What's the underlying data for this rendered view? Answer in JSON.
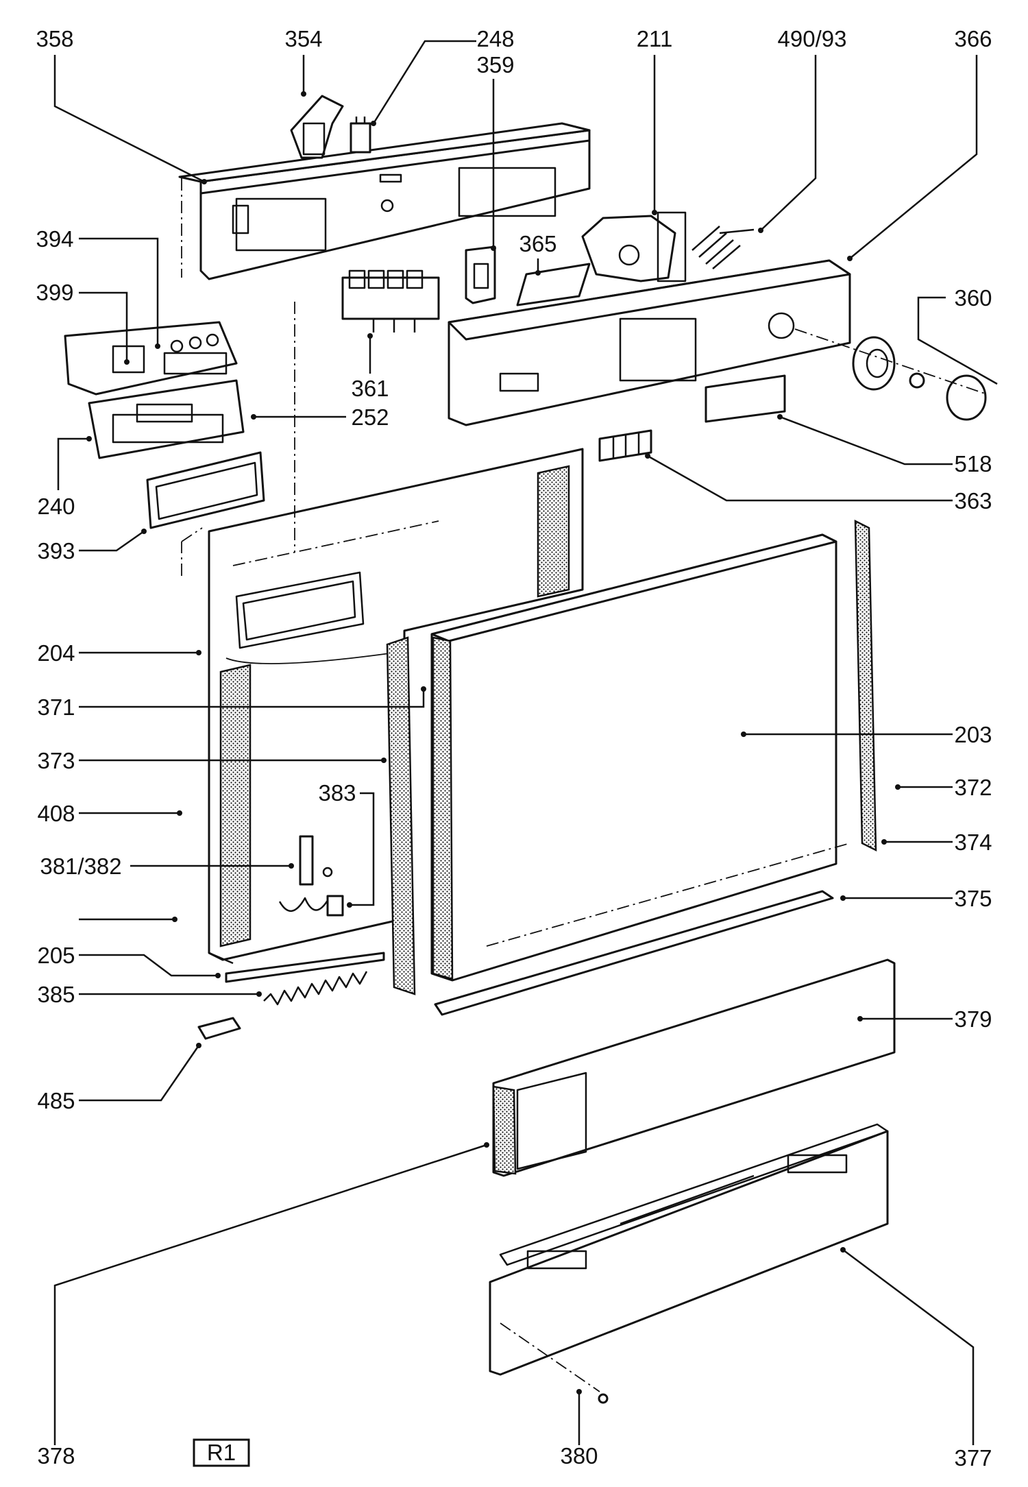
{
  "badge": "R1",
  "callouts": {
    "c358": "358",
    "c354": "354",
    "c248": "248",
    "c359": "359",
    "c211": "211",
    "c490_93": "490/93",
    "c366": "366",
    "c394": "394",
    "c365": "365",
    "c399": "399",
    "c360": "360",
    "c361": "361",
    "c252": "252",
    "c240": "240",
    "c518": "518",
    "c363": "363",
    "c393": "393",
    "c204": "204",
    "c371": "371",
    "c203": "203",
    "c373": "373",
    "c383": "383",
    "c372": "372",
    "c408": "408",
    "c374": "374",
    "c381_382": "381/382",
    "c375": "375",
    "c205": "205",
    "c385": "385",
    "c379": "379",
    "c485": "485",
    "c378": "378",
    "c380": "380",
    "c377": "377"
  }
}
